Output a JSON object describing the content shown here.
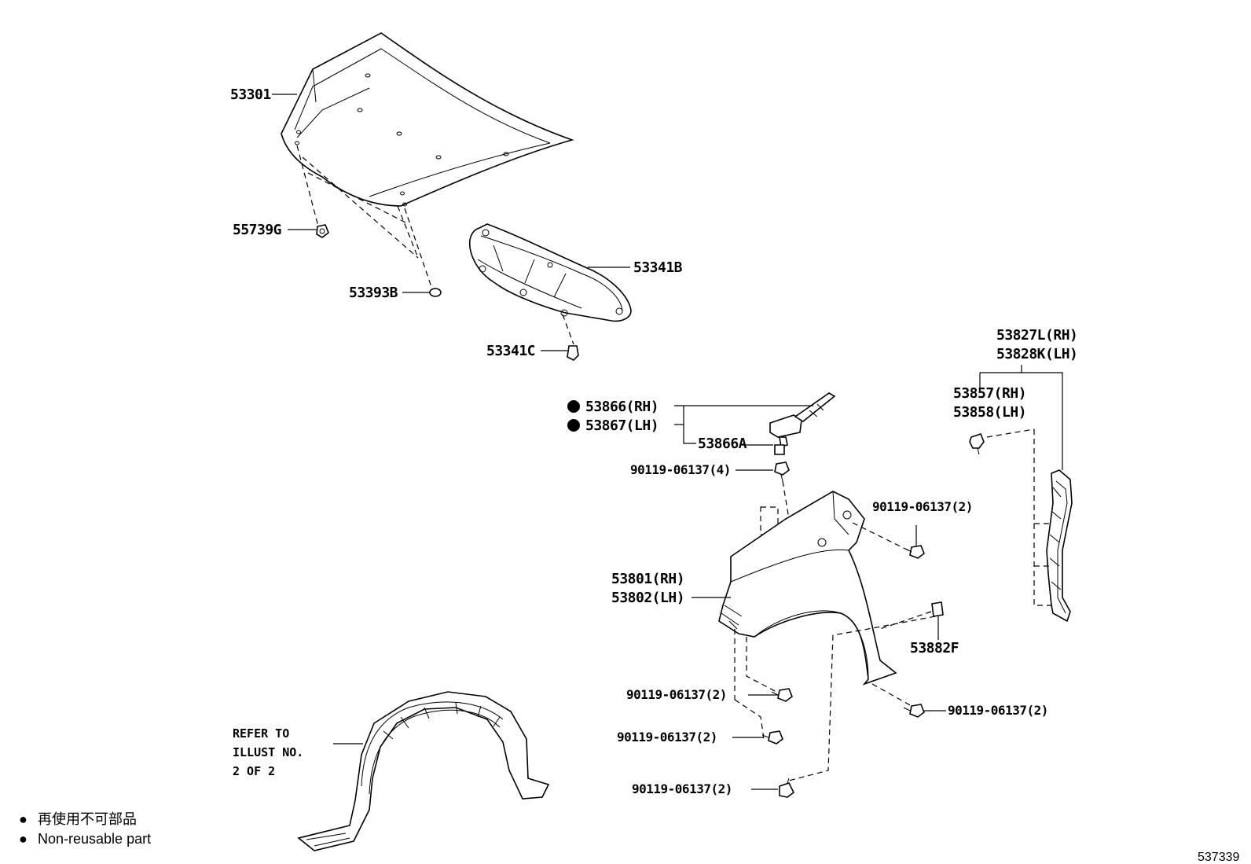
{
  "labels": {
    "hood": "53301",
    "hood_cushion": "55739G",
    "cushion_rubber": "53393B",
    "hood_insulator": "53341B",
    "insulator_clip": "53341C",
    "fender_seal_rh": "53866(RH)",
    "fender_seal_lh": "53867(LH)",
    "seal_clip": "53866A",
    "bolt_top": "90119-06137(4)",
    "bolt_fender_rear": "90119-06137(2)",
    "fender_rh": "53801(RH)",
    "fender_lh": "53802(LH)",
    "clip_53882f": "53882F",
    "bolt_front_upper": "90119-06137(2)",
    "bolt_front_lower": "90119-06137(2)",
    "bolt_bottom": "90119-06137(2)",
    "bolt_rear_lower": "90119-06137(2)",
    "liner_rh": "53827L(RH)",
    "liner_lh": "53828K(LH)",
    "liner_clip_rh": "53857(RH)",
    "liner_clip_lh": "53858(LH)"
  },
  "refer_note": [
    "REFER TO",
    "ILLUST NO.",
    "2 OF 2"
  ],
  "legend": {
    "jp": "再使用不可部品",
    "en": "Non-reusable part",
    "bullet": "●"
  },
  "figure_number": "537339"
}
